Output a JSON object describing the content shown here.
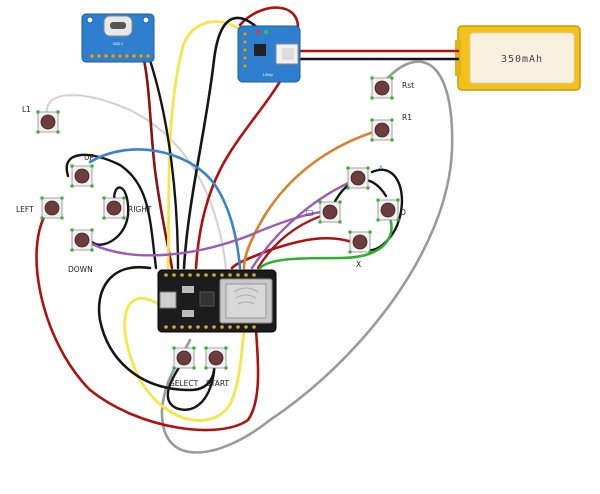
{
  "diagram": {
    "battery": {
      "label": "350mAh"
    },
    "usb_breakout": {
      "silkscreen": "USB C"
    },
    "charger_board": {
      "silkscreen": "LiPoly"
    },
    "buttons": [
      {
        "id": "l1",
        "label": "L1"
      },
      {
        "id": "up",
        "label": "UP"
      },
      {
        "id": "left",
        "label": "LEFT"
      },
      {
        "id": "right",
        "label": "RIGHT"
      },
      {
        "id": "down",
        "label": "DOWN"
      },
      {
        "id": "rst",
        "label": "Rst"
      },
      {
        "id": "r1",
        "label": "R1"
      },
      {
        "id": "triangle",
        "label": "△"
      },
      {
        "id": "square",
        "label": "□"
      },
      {
        "id": "circle",
        "label": "O"
      },
      {
        "id": "x",
        "label": "X"
      },
      {
        "id": "select",
        "label": "SELECT"
      },
      {
        "id": "start",
        "label": "START"
      }
    ],
    "colors": {
      "board_blue": "#2f7fd0",
      "board_black": "#1c1c1c",
      "battery_yellow": "#f2c21b",
      "button_body": "#6b3d3d",
      "wire_red": "#b01010",
      "wire_black": "#151515",
      "wire_yellow": "#f5e64a",
      "wire_gray": "#9a9a9a",
      "wire_white": "#e6e6e6",
      "wire_blue": "#3a82c9",
      "wire_orange": "#d9822b",
      "wire_purple": "#9a5bb5",
      "wire_green": "#2fae2f"
    }
  }
}
